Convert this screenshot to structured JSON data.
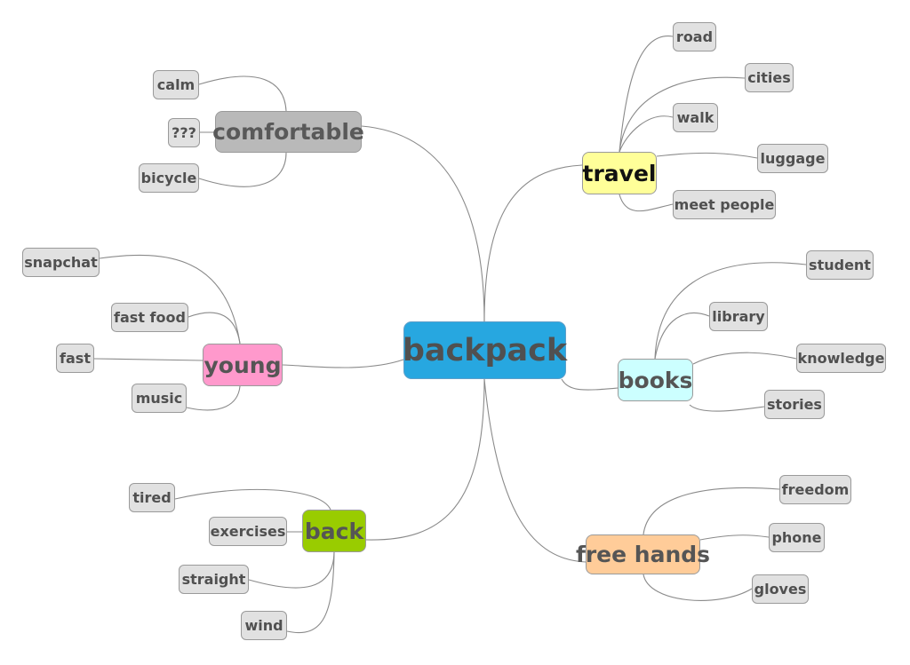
{
  "central": {
    "label": "backpack",
    "color": "#27a7e0"
  },
  "branches": [
    {
      "key": "comfortable",
      "label": "comfortable",
      "color": "#b9b9b9",
      "text_color": "#595959",
      "children": [
        "calm",
        "???",
        "bicycle"
      ]
    },
    {
      "key": "travel",
      "label": "travel",
      "color": "#ffff99",
      "text_color": "#111111",
      "children": [
        "road",
        "cities",
        "walk",
        "luggage",
        "meet people"
      ]
    },
    {
      "key": "young",
      "label": "young",
      "color": "#ff99cc",
      "text_color": "#555555",
      "children": [
        "snapchat",
        "fast food",
        "fast",
        "music"
      ]
    },
    {
      "key": "books",
      "label": "books",
      "color": "#ccffff",
      "text_color": "#555555",
      "children": [
        "student",
        "library",
        "knowledge",
        "stories"
      ]
    },
    {
      "key": "back",
      "label": "back",
      "color": "#99cc00",
      "text_color": "#555555",
      "children": [
        "tired",
        "exercises",
        "straight",
        "wind"
      ]
    },
    {
      "key": "free-hands",
      "label": "free hands",
      "color": "#ffcc99",
      "text_color": "#555555",
      "children": [
        "freedom",
        "phone",
        "gloves"
      ]
    }
  ]
}
